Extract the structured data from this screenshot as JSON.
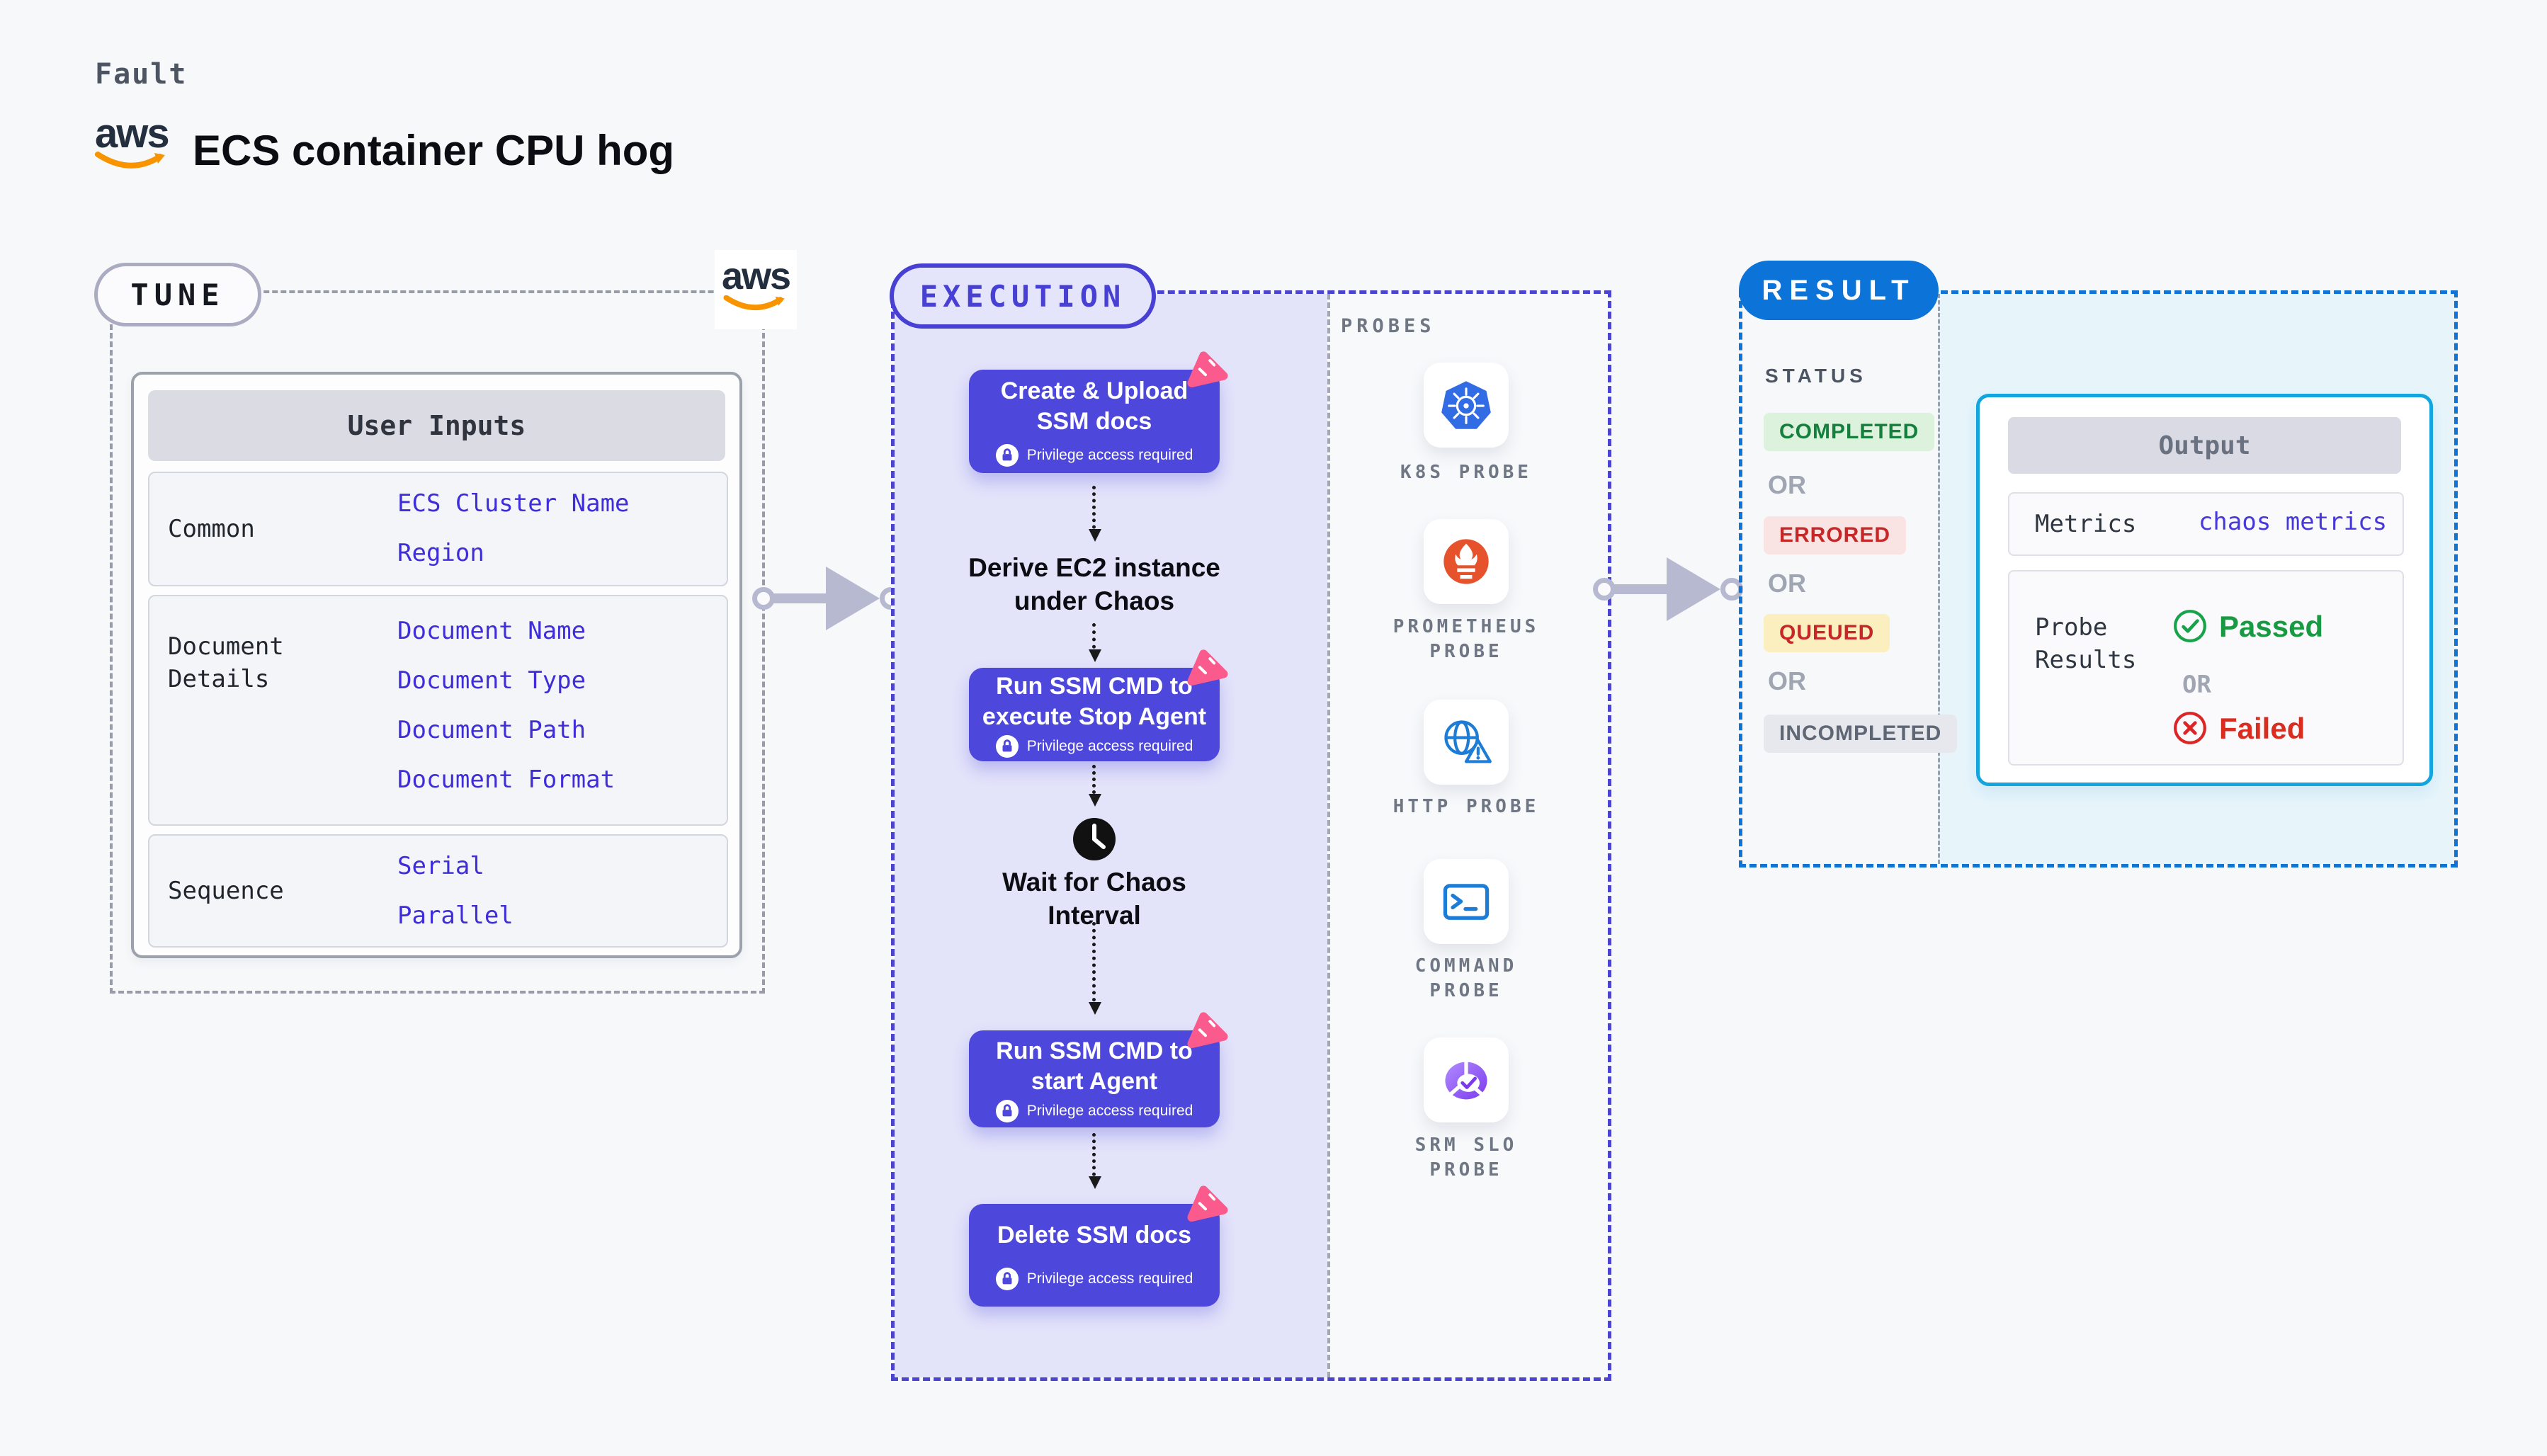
{
  "header": {
    "fault_label": "Fault",
    "title": "ECS container CPU hog",
    "aws_logo_text": "aws"
  },
  "tune": {
    "section_label": "TUNE",
    "aws_logo_text": "aws",
    "table_title": "User Inputs",
    "groups": [
      {
        "label": "Common",
        "values": [
          "ECS Cluster Name",
          "Region"
        ]
      },
      {
        "label": "Document Details",
        "values": [
          "Document Name",
          "Document Type",
          "Document Path",
          "Document Format"
        ]
      },
      {
        "label": "Sequence",
        "values": [
          "Serial",
          "Parallel"
        ]
      }
    ]
  },
  "execution": {
    "section_label": "EXECUTION",
    "privilege_label": "Privilege access required",
    "steps": [
      {
        "type": "action",
        "lines": [
          "Create & Upload",
          "SSM docs"
        ]
      },
      {
        "type": "text",
        "lines": [
          "Derive EC2 instance",
          "under Chaos"
        ]
      },
      {
        "type": "action",
        "lines": [
          "Run SSM CMD to",
          "execute Stop Agent"
        ]
      },
      {
        "type": "wait",
        "icon": "clock-icon",
        "lines": [
          "Wait for Chaos",
          "Interval"
        ]
      },
      {
        "type": "action",
        "lines": [
          "Run SSM CMD to",
          "start Agent"
        ]
      },
      {
        "type": "action",
        "lines": [
          "Delete SSM docs"
        ]
      }
    ]
  },
  "probes": {
    "section_label": "PROBES",
    "items": [
      {
        "label": "K8S PROBE",
        "icon": "kubernetes-icon"
      },
      {
        "label": "PROMETHEUS PROBE",
        "icon": "prometheus-icon"
      },
      {
        "label": "HTTP PROBE",
        "icon": "http-globe-warning-icon"
      },
      {
        "label": "COMMAND PROBE",
        "icon": "terminal-icon"
      },
      {
        "label": "SRM SLO PROBE",
        "icon": "srm-slo-gauge-icon"
      }
    ]
  },
  "result": {
    "section_label": "RESULT",
    "status_label": "STATUS",
    "or_label": "OR",
    "statuses": [
      {
        "label": "COMPLETED",
        "text_color": "#15803D",
        "bg_color": "#DCF2DC"
      },
      {
        "label": "ERRORED",
        "text_color": "#C62828",
        "bg_color": "#FAE3E3"
      },
      {
        "label": "QUEUED",
        "text_color": "#C62828",
        "bg_color": "#FBEFC0"
      },
      {
        "label": "INCOMPLETED",
        "text_color": "#5F6775",
        "bg_color": "#E7E8EE"
      }
    ],
    "output": {
      "title": "Output",
      "metrics_label": "Metrics",
      "metrics_value": "chaos metrics",
      "probe_results_label": "Probe Results",
      "passed_label": "Passed",
      "failed_label": "Failed"
    }
  },
  "colors": {
    "step_box": "#4D47DB",
    "execution_accent": "#4740D2",
    "result_accent": "#0C73D8",
    "output_border": "#12A5DE",
    "value_text": "#3E2DD9",
    "aws_orange": "#F79400",
    "pink_badge": "#FA5A8C"
  }
}
